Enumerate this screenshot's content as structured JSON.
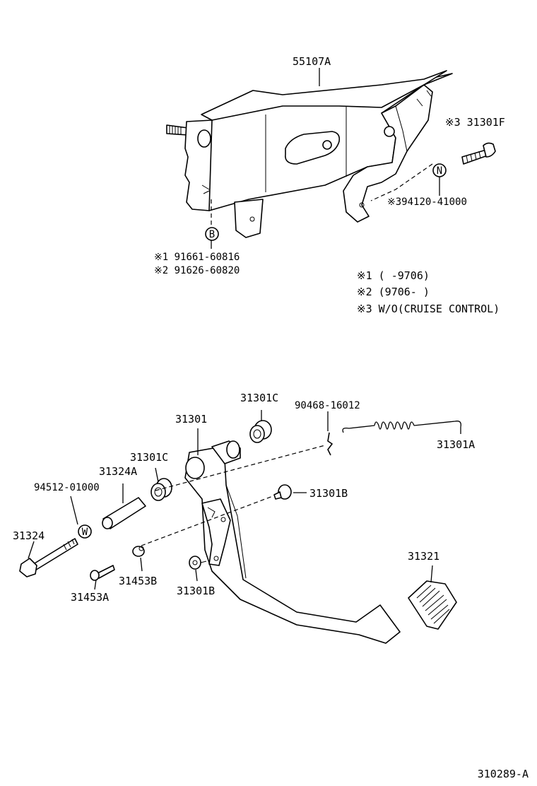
{
  "labels": {
    "bracket": "55107A",
    "bolt_f": "※3 31301F",
    "nut_n": "※394120-41000",
    "bolt_b1": "※1 91661-60816",
    "bolt_b2": "※2 91626-60820",
    "badge_b": "B",
    "badge_n": "N",
    "badge_w": "W",
    "pedal": "31301",
    "bushing_c_top": "31301C",
    "clip": "90468-16012",
    "spring": "31301A",
    "bushing_c_left": "31301C",
    "collar": "31324A",
    "washer": "94512-01000",
    "stopper_right": "31301B",
    "pedal_bolt": "31324",
    "pin_small": "31453B",
    "pin_long": "31453A",
    "stopper_lower": "31301B",
    "pedal_pad": "31321",
    "diagram_code": "310289-A"
  },
  "notes": [
    "※1 (     -9706)",
    "※2 (9706-     )",
    "※3 W/O(CRUISE CONTROL)"
  ]
}
